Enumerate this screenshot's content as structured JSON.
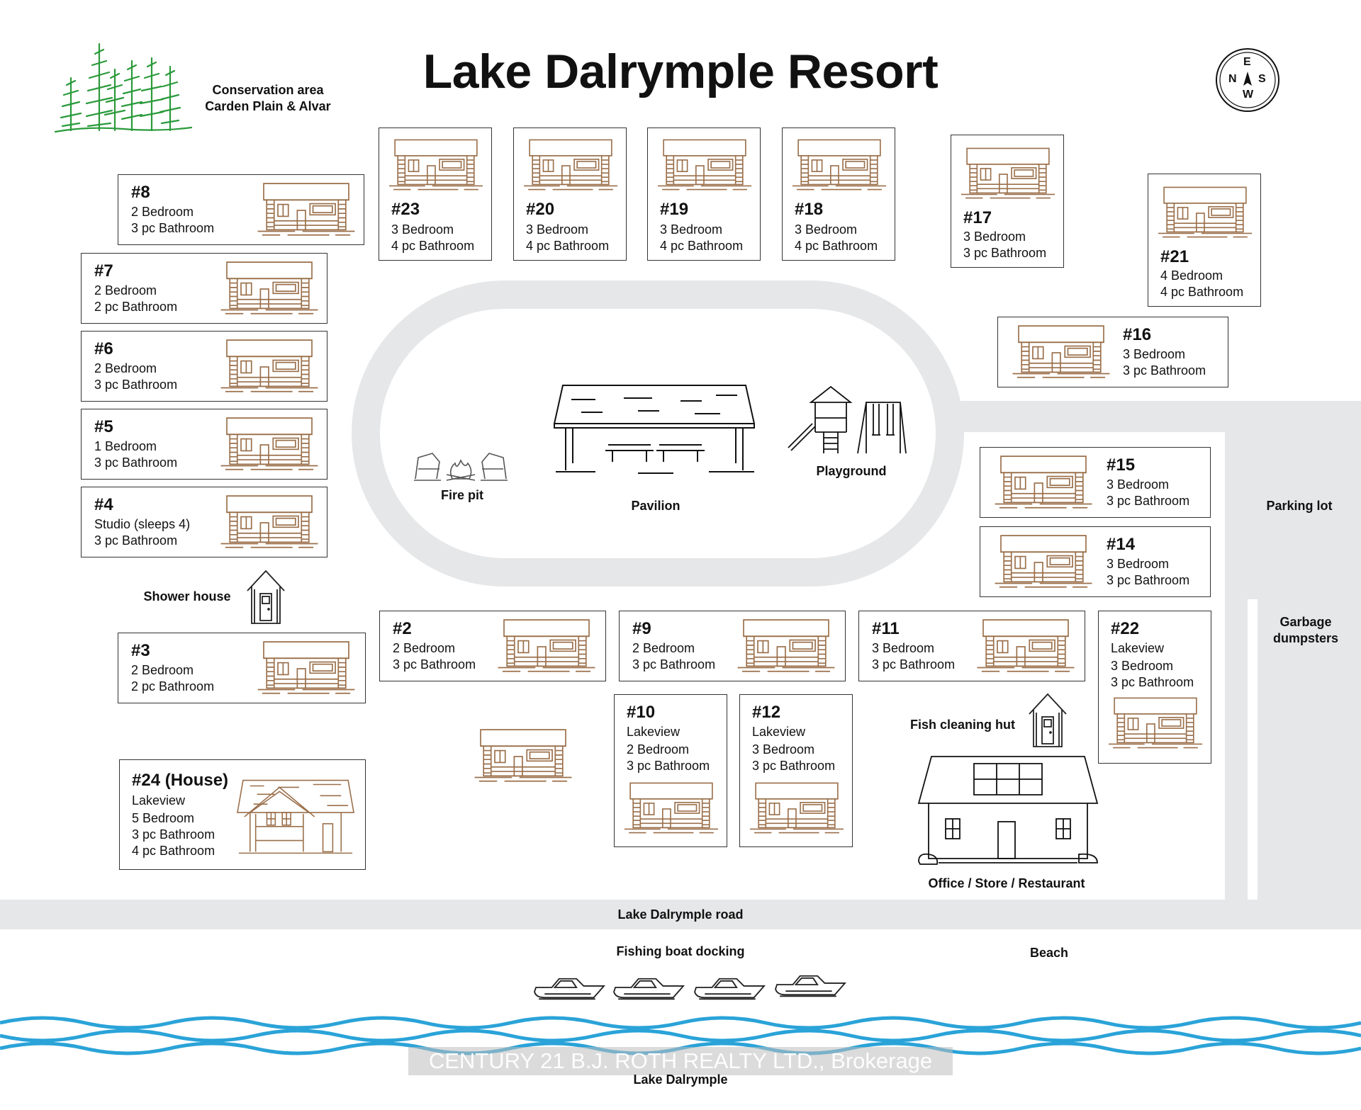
{
  "title": "Lake Dalrymple Resort",
  "conservation": {
    "line1": "Conservation area",
    "line2": "Carden Plain & Alvar"
  },
  "compass": {
    "top": "E",
    "left": "N",
    "right": "S",
    "bottom": "W"
  },
  "cabins": {
    "c8": {
      "num": "#8",
      "l1": "2 Bedroom",
      "l2": "3 pc Bathroom"
    },
    "c7": {
      "num": "#7",
      "l1": "2 Bedroom",
      "l2": "2 pc Bathroom"
    },
    "c6": {
      "num": "#6",
      "l1": "2 Bedroom",
      "l2": "3 pc Bathroom"
    },
    "c5": {
      "num": "#5",
      "l1": "1 Bedroom",
      "l2": "3 pc Bathroom"
    },
    "c4": {
      "num": "#4",
      "l1": "Studio (sleeps 4)",
      "l2": "3 pc Bathroom"
    },
    "c3": {
      "num": "#3",
      "l1": "2 Bedroom",
      "l2": "2 pc Bathroom"
    },
    "c24": {
      "num": "#24 (House)",
      "l1": "Lakeview",
      "l2": "5 Bedroom",
      "l3": "3 pc Bathroom",
      "l4": "4 pc Bathroom"
    },
    "c23": {
      "num": "#23",
      "l1": "3 Bedroom",
      "l2": "4 pc Bathroom"
    },
    "c20": {
      "num": "#20",
      "l1": "3 Bedroom",
      "l2": "4 pc Bathroom"
    },
    "c19": {
      "num": "#19",
      "l1": "3 Bedroom",
      "l2": "4 pc Bathroom"
    },
    "c18": {
      "num": "#18",
      "l1": "3 Bedroom",
      "l2": "4 pc Bathroom"
    },
    "c17": {
      "num": "#17",
      "l1": "3 Bedroom",
      "l2": "3 pc Bathroom"
    },
    "c21": {
      "num": "#21",
      "l1": "4 Bedroom",
      "l2": "4 pc Bathroom"
    },
    "c16": {
      "num": "#16",
      "l1": "3 Bedroom",
      "l2": "3 pc Bathroom"
    },
    "c15": {
      "num": "#15",
      "l1": "3 Bedroom",
      "l2": "3 pc Bathroom"
    },
    "c14": {
      "num": "#14",
      "l1": "3 Bedroom",
      "l2": "3 pc Bathroom"
    },
    "c2": {
      "num": "#2",
      "l1": "2 Bedroom",
      "l2": "3 pc Bathroom"
    },
    "c9": {
      "num": "#9",
      "l1": "2 Bedroom",
      "l2": "3 pc Bathroom"
    },
    "c11": {
      "num": "#11",
      "l1": "3 Bedroom",
      "l2": "3 pc Bathroom"
    },
    "c22": {
      "num": "#22",
      "l1": "Lakeview",
      "l2": "3 Bedroom",
      "l3": "3 pc Bathroom"
    },
    "c10": {
      "num": "#10",
      "l1": "Lakeview",
      "l2": "2 Bedroom",
      "l3": "3 pc Bathroom"
    },
    "c12": {
      "num": "#12",
      "l1": "Lakeview",
      "l2": "3 Bedroom",
      "l3": "3 pc Bathroom"
    }
  },
  "places": {
    "fire_pit": "Fire pit",
    "pavilion": "Pavilion",
    "playground": "Playground",
    "parking_lot": "Parking lot",
    "garbage1": "Garbage",
    "garbage2": "dumpsters",
    "shower_house": "Shower house",
    "fish_cleaning_hut": "Fish cleaning hut",
    "office": "Office / Store / Restaurant",
    "road": "Lake Dalrymple road",
    "boat_docking": "Fishing boat docking",
    "beach": "Beach",
    "lake": "Lake Dalrymple"
  },
  "watermark": "CENTURY 21 B.J. ROTH REALTY LTD., Brokerage",
  "colors": {
    "cabin_icon": "#9a6f4a",
    "road": "#e6e7e8",
    "water": "#2aa3d8",
    "trees": "#2a9a3a"
  }
}
